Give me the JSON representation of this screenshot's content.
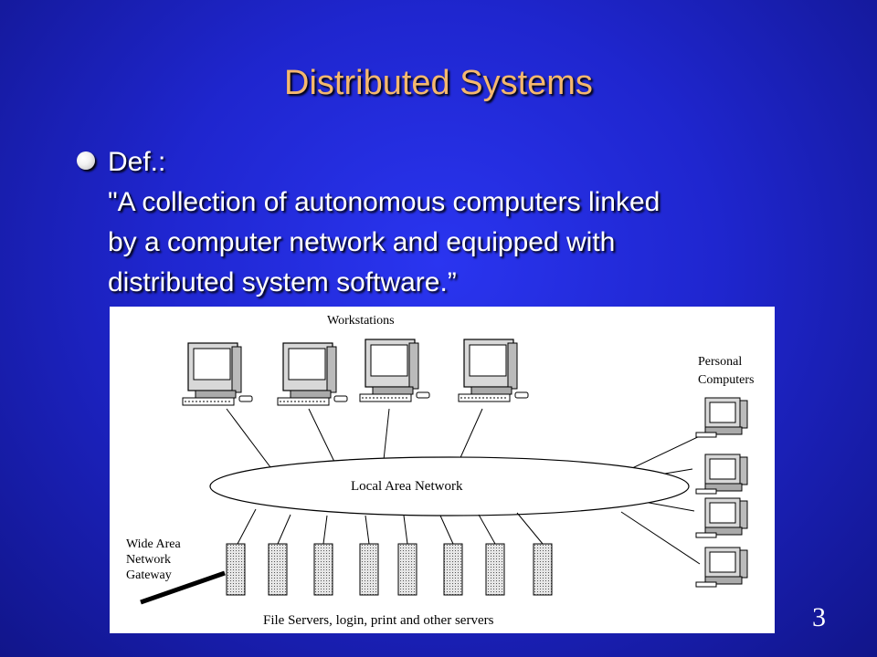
{
  "slide": {
    "title": "Distributed Systems",
    "bullet": {
      "lead": "Def.:",
      "lines": [
        "\"A collection of autonomous computers linked",
        "by a computer network and equipped with",
        "distributed system software.”"
      ]
    },
    "page_number": "3"
  },
  "diagram": {
    "labels": {
      "workstations": "Workstations",
      "personal_computers_line1": "Personal",
      "personal_computers_line2": "Computers",
      "lan": "Local Area Network",
      "wan_line1": "Wide Area",
      "wan_line2": "Network",
      "wan_line3": "Gateway",
      "servers": "File Servers, login, print and other servers"
    }
  }
}
